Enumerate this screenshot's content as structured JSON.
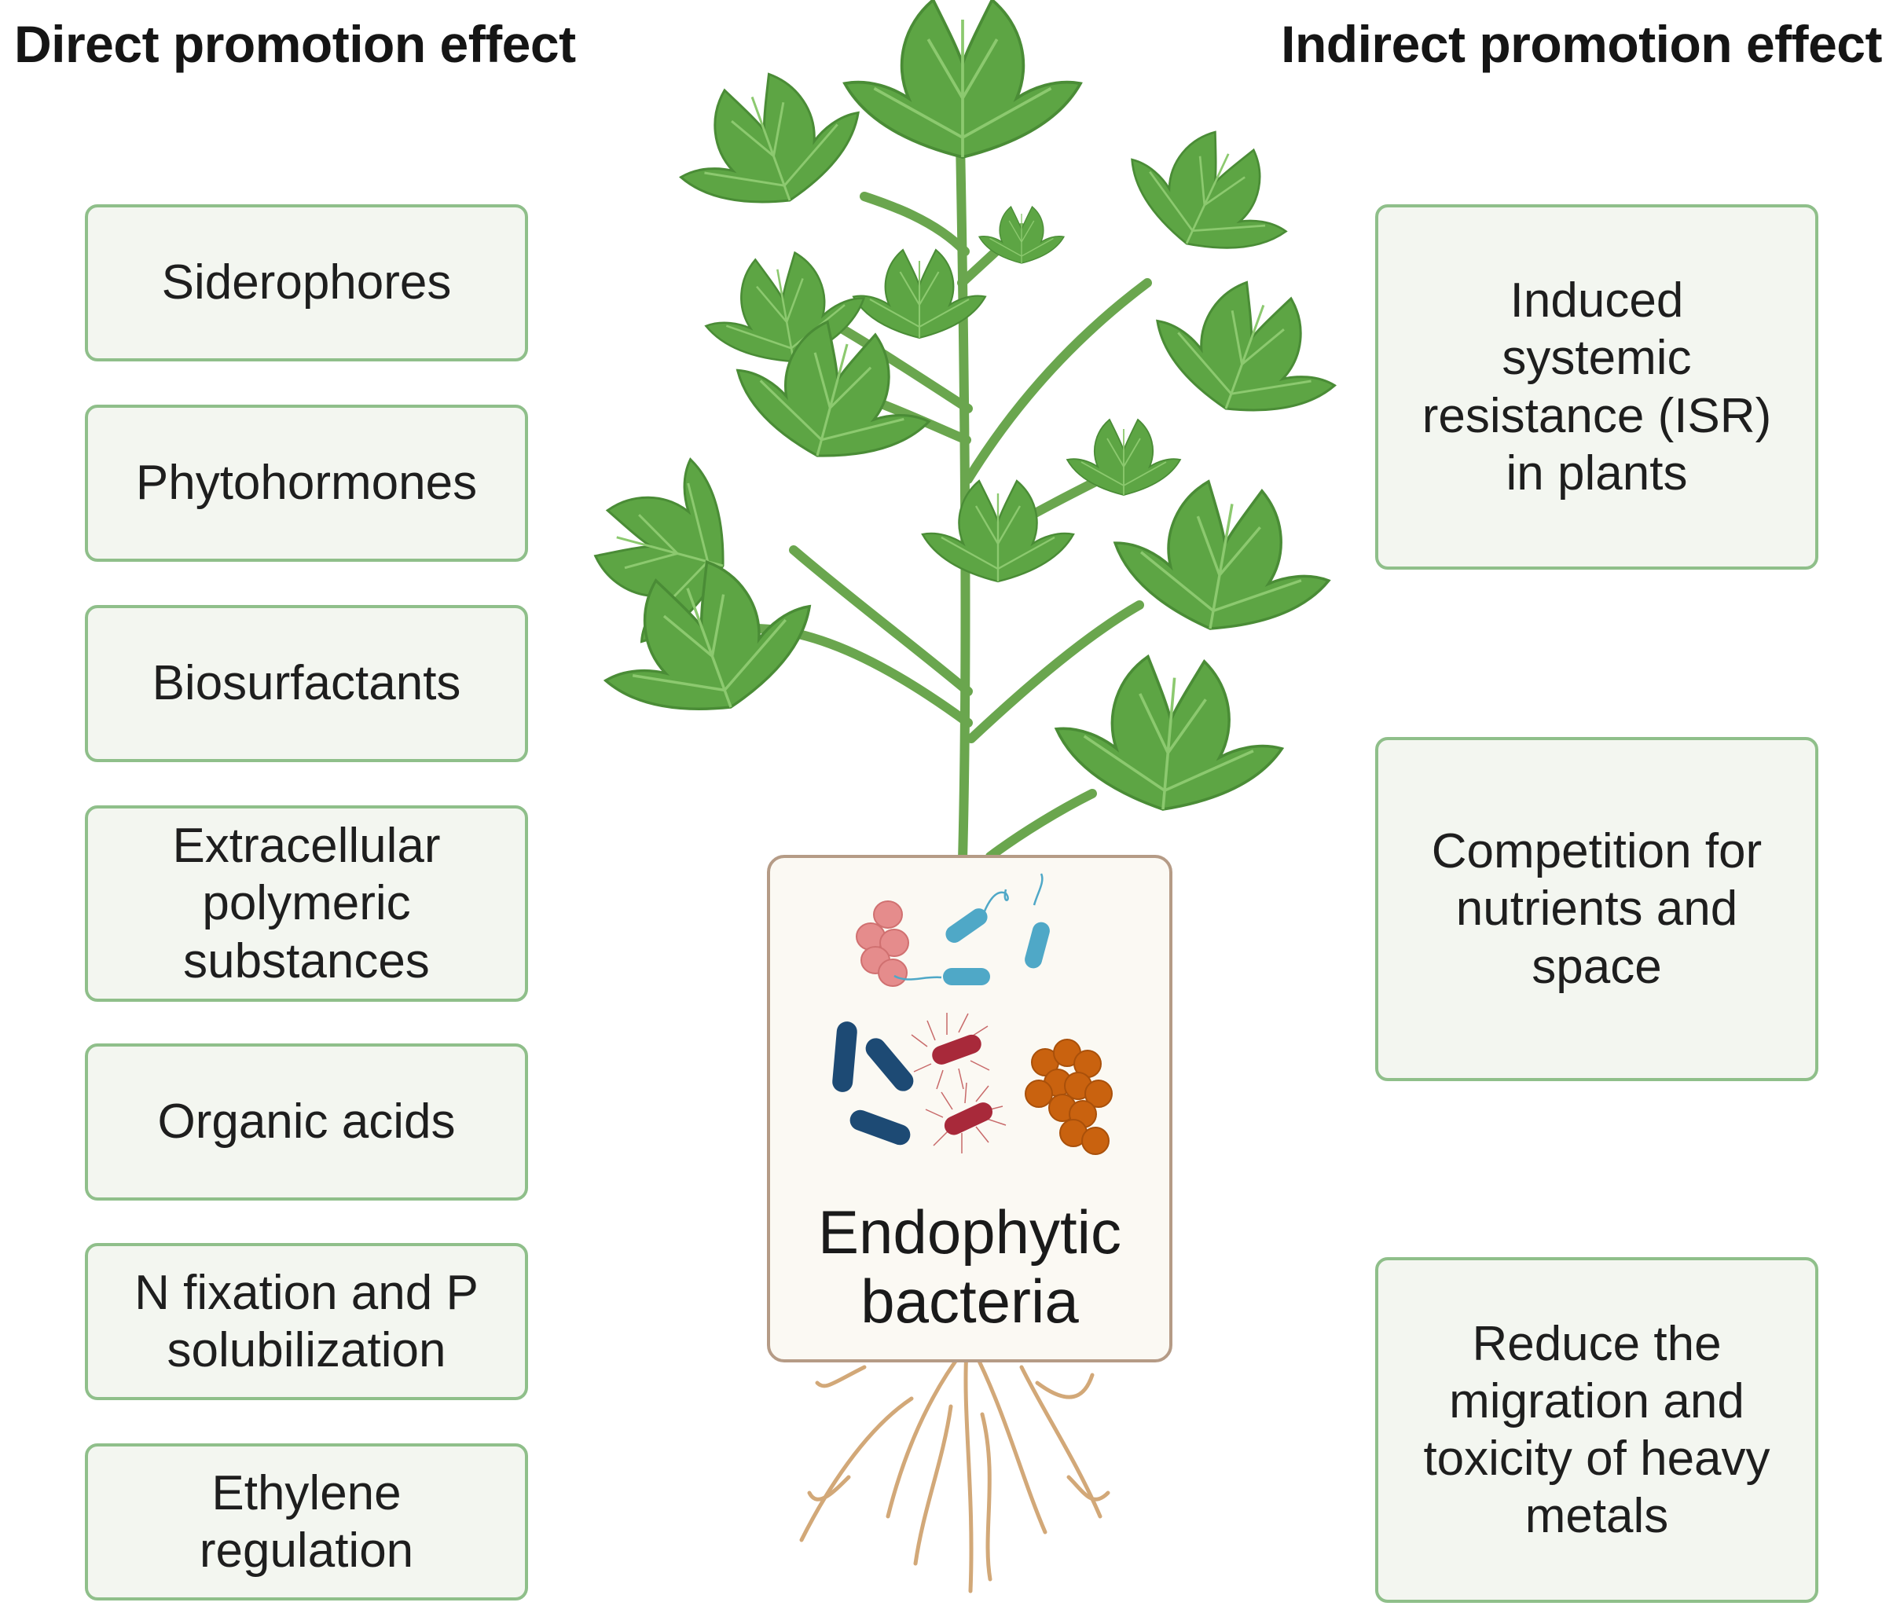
{
  "headings": {
    "left": "Direct promotion effect",
    "right": "Indirect promotion effect"
  },
  "direct_effects": [
    "Siderophores",
    "Phytohormones",
    "Biosurfactants",
    "Extracellular\npolymeric\nsubstances",
    "Organic acids",
    "N fixation and P\nsolubilization",
    "Ethylene\nregulation"
  ],
  "indirect_effects": [
    "Induced\nsystemic\nresistance (ISR)\nin plants",
    "Competition for\nnutrients and\nspace",
    "Reduce the\nmigration and\ntoxicity of heavy\nmetals"
  ],
  "center": {
    "label": "Endophytic\nbacteria"
  },
  "colors": {
    "box_fill": "#f3f6f0",
    "box_border": "#8fbf8a",
    "leaf": "#5da544",
    "stem": "#6aa64e",
    "root": "#d2a878",
    "center_border": "#b59b86"
  }
}
